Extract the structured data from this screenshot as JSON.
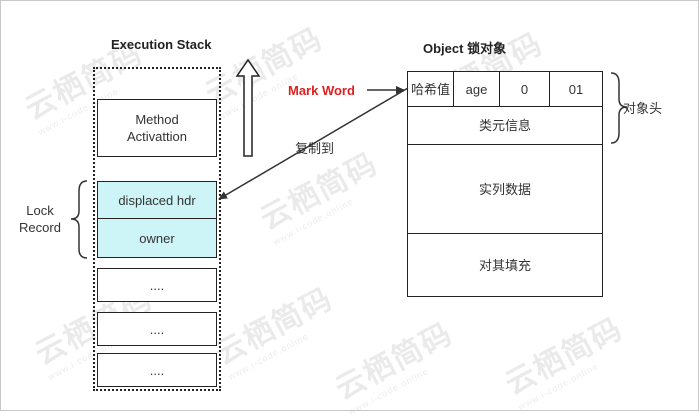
{
  "stack": {
    "title": "Execution Stack",
    "method_line1": "Method",
    "method_line2": "Activattion",
    "displaced_hdr": "displaced hdr",
    "owner": "owner",
    "dots": [
      "....",
      "....",
      "...."
    ],
    "lock_record_line1": "Lock",
    "lock_record_line2": "Record"
  },
  "object": {
    "title": "Object  锁对象",
    "mark_word_label": "Mark Word",
    "mark_word_cells": [
      "哈希值",
      "age",
      "0",
      "01"
    ],
    "klass_info": "类元信息",
    "instance_data": "实列数据",
    "padding": "对其填充",
    "header_label": "对象头"
  },
  "copy_label": "复制到",
  "watermark": {
    "text": "云栖简码",
    "url": "www.i-code.online"
  },
  "colors": {
    "highlight_fill": "#cdf5f7",
    "mark_word_red": "#e02020",
    "line": "#333333"
  }
}
